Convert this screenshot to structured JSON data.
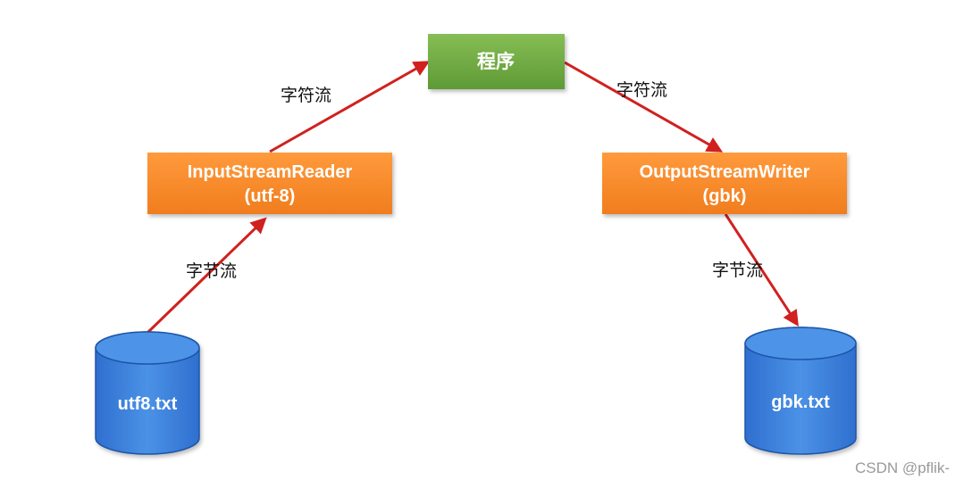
{
  "nodes": {
    "program": {
      "label": "程序"
    },
    "reader": {
      "line1": "InputStreamReader",
      "line2": "(utf-8)"
    },
    "writer": {
      "line1": "OutputStreamWriter",
      "line2": "(gbk)"
    },
    "source_file": {
      "label": "utf8.txt"
    },
    "target_file": {
      "label": "gbk.txt"
    }
  },
  "edges": {
    "reader_to_program": "字符流",
    "program_to_writer": "字符流",
    "source_to_reader": "字节流",
    "writer_to_target": "字节流"
  },
  "colors": {
    "program_fill": "#6fa842",
    "stream_fill": "#f78a2a",
    "cylinder_fill": "#3a7fd6",
    "arrow": "#d0211f"
  },
  "watermark": "CSDN @pflik-"
}
